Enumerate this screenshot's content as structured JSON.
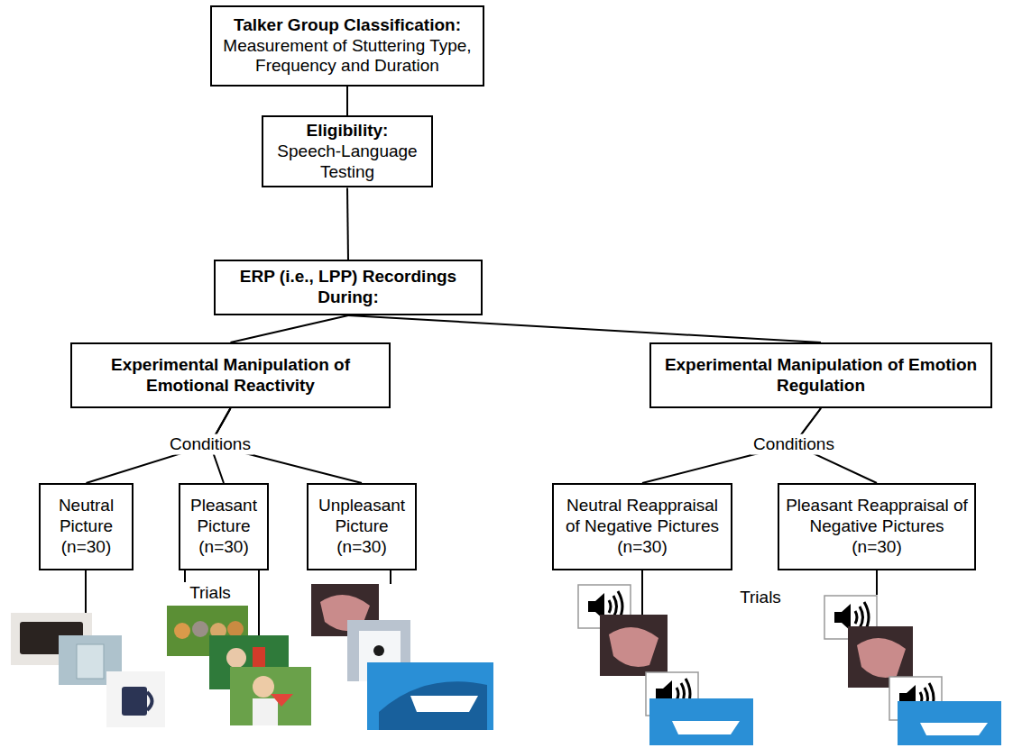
{
  "diagram": {
    "nodes": [
      {
        "text": [
          "Talker Group Classification:",
          "Measurement of Stuttering Type, Frequency and Duration"
        ]
      },
      {
        "text": [
          "Eligibility:",
          "Speech-Language Testing"
        ]
      },
      {
        "text": [
          "ERP (i.e., LPP) Recordings During:"
        ]
      },
      {
        "text": [
          "Experimental Manipulation of Emotional Reactivity"
        ]
      },
      {
        "text": [
          "Experimental Manipulation of Emotion Regulation"
        ]
      },
      {
        "text": [
          "Neutral Picture (n=30)"
        ]
      },
      {
        "text": [
          "Pleasant Picture (n=30)"
        ]
      },
      {
        "text": [
          "Unpleasant Picture (n=30)"
        ]
      },
      {
        "text": [
          "Neutral Reappraisal of Negative Pictures (n=30)"
        ]
      },
      {
        "text": [
          "Pleasant Reappraisal of Negative Pictures (n=30)"
        ]
      }
    ],
    "edges": [
      {
        "from": 0,
        "to": 1,
        "arrow": "none"
      },
      {
        "from": 1,
        "to": 2,
        "arrow": "none"
      },
      {
        "from": 2,
        "to": 3,
        "arrow": "none"
      },
      {
        "from": 2,
        "to": 4,
        "arrow": "none"
      },
      {
        "from": 3,
        "to": 5,
        "arrow": "none"
      },
      {
        "from": 3,
        "to": 6,
        "arrow": "none"
      },
      {
        "from": 3,
        "to": 7,
        "arrow": "none"
      },
      {
        "from": 4,
        "to": 8,
        "arrow": "none"
      },
      {
        "from": 4,
        "to": 9,
        "arrow": "none"
      }
    ],
    "labels": [
      "Conditions",
      "Conditions",
      "Trials",
      "Trials"
    ]
  }
}
